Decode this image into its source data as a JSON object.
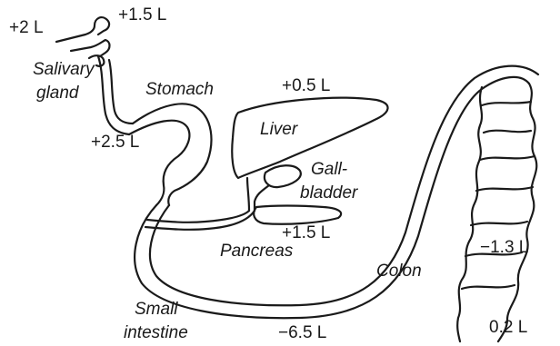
{
  "diagram": {
    "organs": {
      "salivary_gland": [
        "Salivary",
        "gland"
      ],
      "stomach": "Stomach",
      "liver": "Liver",
      "gallbladder": [
        "Gall-",
        "bladder"
      ],
      "pancreas": "Pancreas",
      "small_intestine": [
        "Small",
        "intestine"
      ],
      "colon": "Colon"
    },
    "volumes": {
      "salivary_input": "+2 L",
      "salivary_secretion": "+1.5 L",
      "stomach_secretion": "+2.5 L",
      "liver_secretion": "+0.5 L",
      "pancreas_secretion": "+1.5 L",
      "small_intestine_absorption": "−6.5 L",
      "colon_absorption": "−1.3 L",
      "fecal_output": "0.2 L"
    },
    "colors": {
      "line": "#1a1a1a",
      "background": "#ffffff"
    }
  }
}
